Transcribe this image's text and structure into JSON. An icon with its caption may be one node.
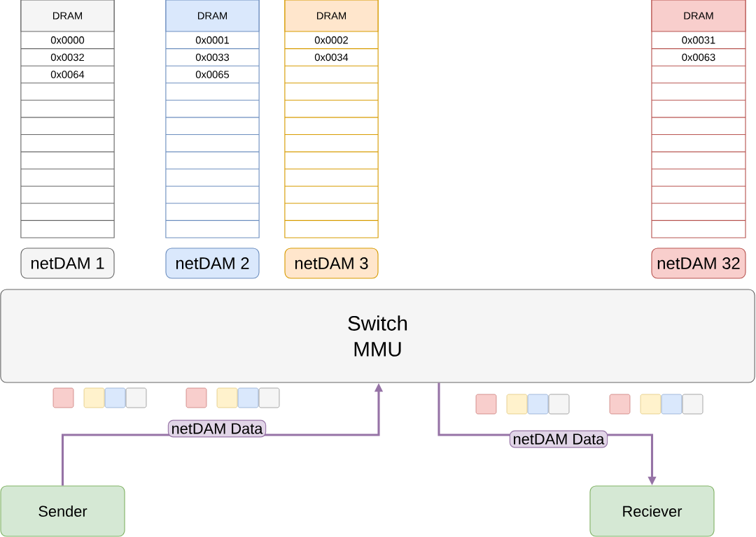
{
  "diagram": {
    "nodes": [
      {
        "text": [
          "DRAM",
          "0x0000",
          "0x0032",
          "0x0064"
        ]
      },
      {
        "text": [
          "DRAM",
          "0x0001",
          "0x0033",
          "0x0065"
        ]
      },
      {
        "text": [
          "DRAM",
          "0x0002",
          "0x0034"
        ]
      },
      {
        "text": [
          "DRAM",
          "0x0031",
          "0x0063"
        ]
      },
      {
        "text": [
          "netDAM 1"
        ]
      },
      {
        "text": [
          "netDAM 2"
        ]
      },
      {
        "text": [
          "netDAM 3"
        ]
      },
      {
        "text": [
          "netDAM 32"
        ]
      },
      {
        "text": [
          "Switch MMU"
        ]
      },
      {
        "text": [
          "Sender"
        ]
      },
      {
        "text": [
          "Reciever"
        ]
      }
    ],
    "edges": [
      {
        "from": 9,
        "to": 8,
        "arrow": "to",
        "label": "netDAM Data"
      },
      {
        "from": 8,
        "to": 10,
        "arrow": "to",
        "label": "netDAM Data"
      }
    ]
  }
}
